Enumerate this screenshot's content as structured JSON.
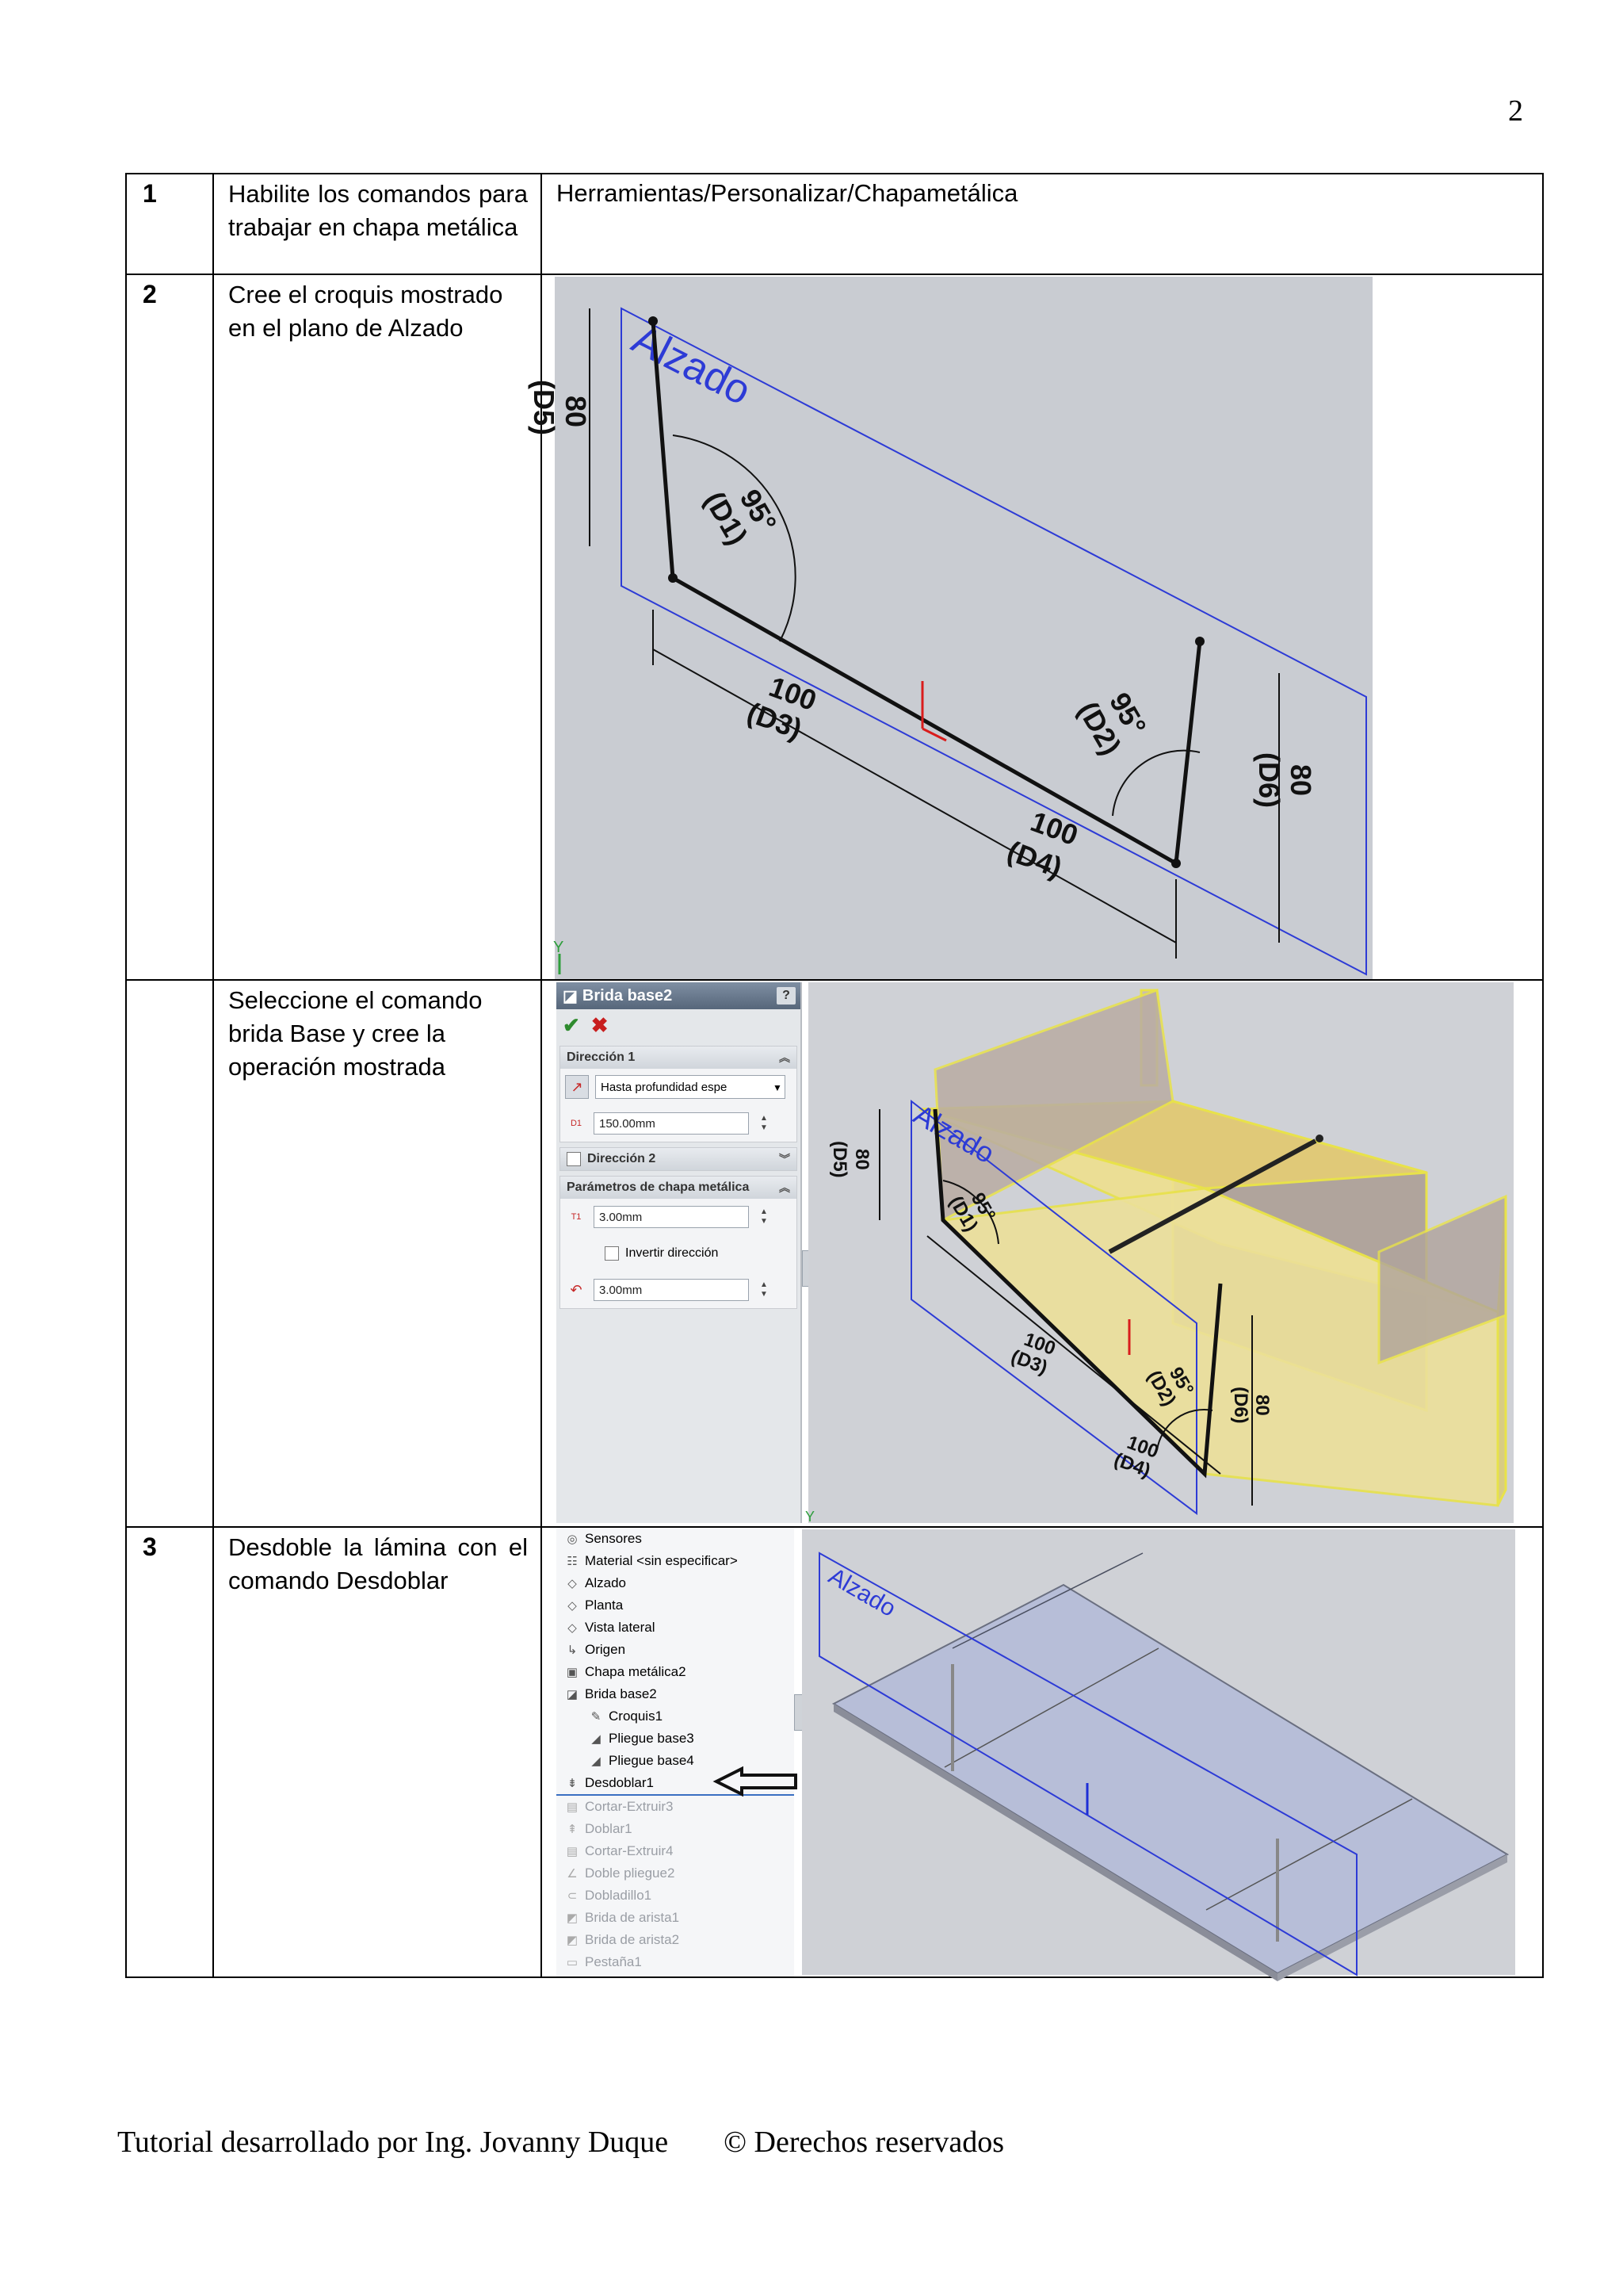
{
  "page_number": "2",
  "rows": [
    {
      "number": "1",
      "description": "Habilite los comandos para trabajar en chapa metálica",
      "content_text": "Herramientas/Personalizar/Chapametálica"
    },
    {
      "number": "2",
      "description": "Cree el croquis mostrado en el plano de Alzado"
    },
    {
      "number": "",
      "description": "Seleccione el comando brida Base y cree la operación mostrada"
    },
    {
      "number": "3",
      "description": "Desdoble la lámina con el comando Desdoblar"
    }
  ],
  "sketch": {
    "plane_label": "Alzado",
    "dims": {
      "d5": [
        "80",
        "(D5)"
      ],
      "d1": [
        "95°",
        "(D1)"
      ],
      "d3": [
        "100",
        "(D3)"
      ],
      "d2": [
        "95°",
        "(D2)"
      ],
      "d4": [
        "100",
        "(D4)"
      ],
      "d6": [
        "80",
        "(D6)"
      ]
    },
    "axis_label": "Y"
  },
  "property_manager": {
    "title": "Brida base2",
    "help": "?",
    "direction1": "Dirección 1",
    "end_condition": "Hasta profundidad espe",
    "depth_icon": "D1",
    "depth": "150.00mm",
    "direction2": "Dirección 2",
    "sheet_params": "Parámetros de chapa metálica",
    "thickness_icon": "T1",
    "thickness": "3.00mm",
    "reverse": "Invertir dirección",
    "radius": "3.00mm"
  },
  "flange_view": {
    "plane_label": "Alzado",
    "dims": {
      "d5": [
        "80",
        "(D5)"
      ],
      "d1": [
        "95°",
        "(D1)"
      ],
      "d3": [
        "100",
        "(D3)"
      ],
      "d2": [
        "95°",
        "(D2)"
      ],
      "d4": [
        "100",
        "(D4)"
      ],
      "d6": [
        "80",
        "(D6)"
      ]
    },
    "axis_label": "Y"
  },
  "feature_tree": {
    "items": [
      {
        "label": "Sensores",
        "icon": "sensor-icon",
        "glyph": "◎",
        "indent": 0,
        "dim": false
      },
      {
        "label": "Material <sin especificar>",
        "icon": "material-icon",
        "glyph": "☷",
        "indent": 0,
        "dim": false
      },
      {
        "label": "Alzado",
        "icon": "plane-icon",
        "glyph": "◇",
        "indent": 0,
        "dim": false
      },
      {
        "label": "Planta",
        "icon": "plane-icon",
        "glyph": "◇",
        "indent": 0,
        "dim": false
      },
      {
        "label": "Vista lateral",
        "icon": "plane-icon",
        "glyph": "◇",
        "indent": 0,
        "dim": false
      },
      {
        "label": "Origen",
        "icon": "origin-icon",
        "glyph": "↳",
        "indent": 0,
        "dim": false
      },
      {
        "label": "Chapa metálica2",
        "icon": "sheet-metal-icon",
        "glyph": "▣",
        "indent": 0,
        "dim": false
      },
      {
        "label": "Brida base2",
        "icon": "base-flange-icon",
        "glyph": "◪",
        "indent": 0,
        "dim": false
      },
      {
        "label": "Croquis1",
        "icon": "sketch-icon",
        "glyph": "✎",
        "indent": 1,
        "dim": false
      },
      {
        "label": "Pliegue base3",
        "icon": "bend-icon",
        "glyph": "◢",
        "indent": 1,
        "dim": false
      },
      {
        "label": "Pliegue base4",
        "icon": "bend-icon",
        "glyph": "◢",
        "indent": 1,
        "dim": false
      },
      {
        "label": "Desdoblar1",
        "icon": "unfold-icon",
        "glyph": "⇟",
        "indent": 0,
        "dim": false
      },
      {
        "label": "Cortar-Extruir3",
        "icon": "cut-extrude-icon",
        "glyph": "▤",
        "indent": 0,
        "dim": true
      },
      {
        "label": "Doblar1",
        "icon": "fold-icon",
        "glyph": "⇞",
        "indent": 0,
        "dim": true
      },
      {
        "label": "Cortar-Extruir4",
        "icon": "cut-extrude-icon",
        "glyph": "▤",
        "indent": 0,
        "dim": true
      },
      {
        "label": "Doble pliegue2",
        "icon": "jog-icon",
        "glyph": "∠",
        "indent": 0,
        "dim": true
      },
      {
        "label": "Dobladillo1",
        "icon": "hem-icon",
        "glyph": "⊂",
        "indent": 0,
        "dim": true
      },
      {
        "label": "Brida de arista1",
        "icon": "edge-flange-icon",
        "glyph": "◩",
        "indent": 0,
        "dim": true
      },
      {
        "label": "Brida de arista2",
        "icon": "edge-flange-icon",
        "glyph": "◩",
        "indent": 0,
        "dim": true
      },
      {
        "label": "Pestaña1",
        "icon": "tab-icon",
        "glyph": "▭",
        "indent": 0,
        "dim": true
      }
    ]
  },
  "flat_view": {
    "plane_label": "Alzado"
  },
  "footer": {
    "author": "Tutorial desarrollado por Ing. Jovanny Duque",
    "rights": "© Derechos reservados"
  }
}
